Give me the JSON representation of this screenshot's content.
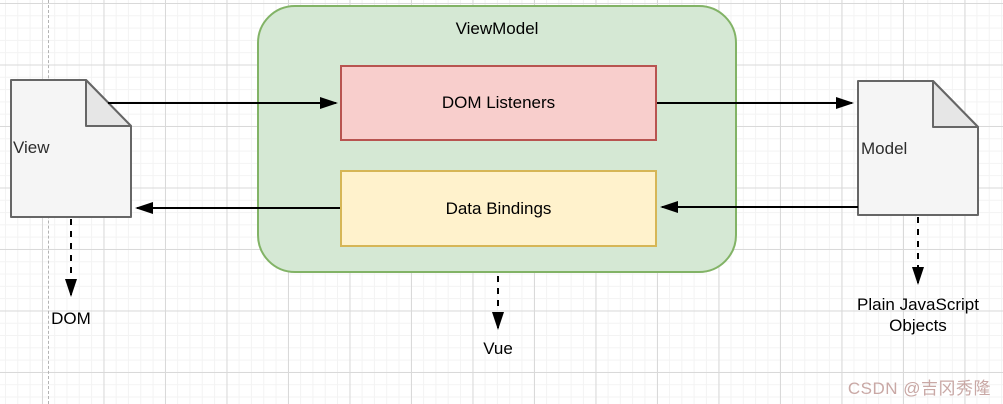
{
  "diagram": {
    "viewmodel_title": "ViewModel",
    "dom_listeners_label": "DOM Listeners",
    "data_bindings_label": "Data Bindings",
    "view_label": "View",
    "model_label": "Model",
    "dom_caption": "DOM",
    "vue_caption": "Vue",
    "plain_js_caption": "Plain JavaScript Objects"
  },
  "watermark": "CSDN @吉冈秀隆",
  "colors": {
    "viewmodel_fill": "#d5e8d4",
    "viewmodel_stroke": "#82b366",
    "dom_listeners_fill": "#f8cecc",
    "dom_listeners_stroke": "#b85450",
    "data_bindings_fill": "#fff2cc",
    "data_bindings_stroke": "#d6b656",
    "document_fill": "#f5f5f5",
    "document_fold_fill": "#e6e6e6",
    "document_stroke": "#666666",
    "arrow_color": "#000000",
    "grid_major": "#d9d9d9",
    "grid_minor": "#f3f3f3",
    "watermark_color": "#c9a8a5"
  }
}
